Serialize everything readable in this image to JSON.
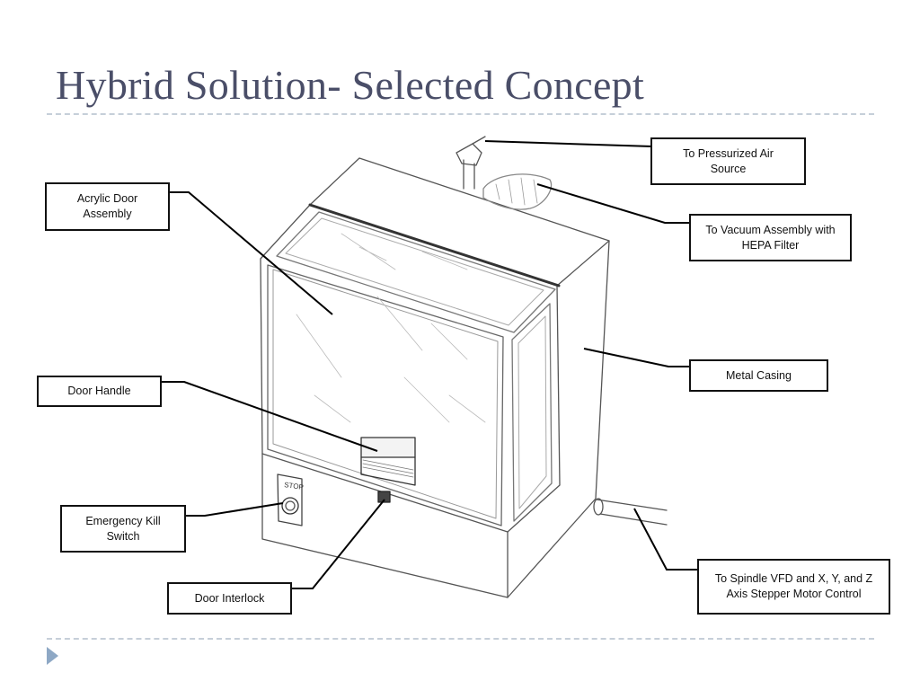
{
  "slide": {
    "title": "Hybrid Solution- Selected Concept"
  },
  "callouts": {
    "pressurized_air": [
      "To Pressurized Air",
      "Source"
    ],
    "vacuum": [
      "To Vacuum Assembly with",
      "HEPA Filter"
    ],
    "acrylic_door": [
      "Acrylic Door",
      "Assembly"
    ],
    "metal_casing": [
      "Metal Casing"
    ],
    "door_handle": [
      "Door Handle"
    ],
    "emergency_kill": [
      "Emergency Kill",
      "Switch"
    ],
    "door_interlock": [
      "Door Interlock"
    ],
    "spindle": [
      "To Spindle VFD and X, Y, and Z",
      "Axis Stepper Motor Control"
    ]
  },
  "sketch": {
    "stop_sign_text": "STOP"
  },
  "colors": {
    "title": "#4a4e68",
    "rule": "#c6cfd9",
    "nav_arrow": "#8ea8c5"
  },
  "icons": {
    "next_slide": "play-triangle-icon"
  }
}
